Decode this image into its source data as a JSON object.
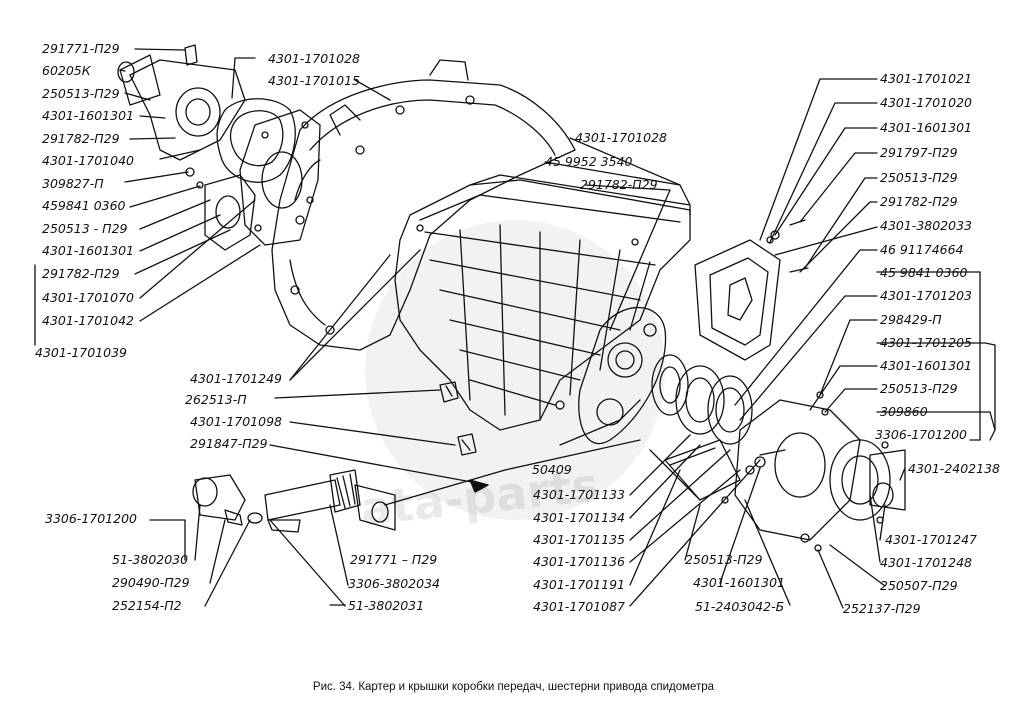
{
  "caption": "Рис. 34. Картер и крышки коробки передач, шестерни привода спидометра",
  "watermark": "ata-parts",
  "colors": {
    "ink": "#111111",
    "paper": "#ffffff"
  },
  "labels": {
    "l01": "291771-П29",
    "l02": "60205К",
    "l03": "250513-П29",
    "l04": "4301-1601301",
    "l05": "291782-П29",
    "l06": "4301-1701040",
    "l07": "309827-П",
    "l08": "459841 0360",
    "l09": "250513 - П29",
    "l10": "4301-1601301",
    "l11": "291782-П29",
    "l12": "4301-1701070",
    "l13": "4301-1701042",
    "l14": "4301-1701039",
    "l15": "4301-1701028",
    "l16": "4301-1701015",
    "l17": "4301-1701028",
    "l18": "45 9952 3540",
    "l19": "291782-П29",
    "l20": "4301-1701249",
    "l21": "262513-П",
    "l22": "4301-1701098",
    "l23": "291847-П29",
    "l24": "3306-1701200",
    "l25": "51-3802030",
    "l26": "290490-П29",
    "l27": "252154-П2",
    "l28": "3306-3802034",
    "l29": "51-3802031",
    "l30": "291771 – П29",
    "l31": "50409",
    "l32": "4301-1701133",
    "l33": "4301-1701134",
    "l34": "4301-1701135",
    "l35": "4301-1701136",
    "l36": "4301-1701191",
    "l37": "4301-1701087",
    "l38": "250513-П29",
    "l39": "4301-1601301",
    "l40": "51-2403042-Б",
    "l41": "4301-1701021",
    "l42": "4301-1701020",
    "l43": "4301-1601301",
    "l44": "291797-П29",
    "l45": "250513-П29",
    "l46": "291782-П29",
    "l47": "4301-3802033",
    "l48": "46 91174664",
    "l49": "45 9841 0360",
    "l50": "4301-1701203",
    "l51": "298429-П",
    "l52": "4301-1701205",
    "l53": "4301-1601301",
    "l54": "250513-П29",
    "l55": "309860",
    "l56": "3306-1701200",
    "l57": "4301-2402138",
    "l58": "4301-1701247",
    "l59": "4301-1701248",
    "l60": "250507-П29",
    "l61": "252137-П29"
  }
}
